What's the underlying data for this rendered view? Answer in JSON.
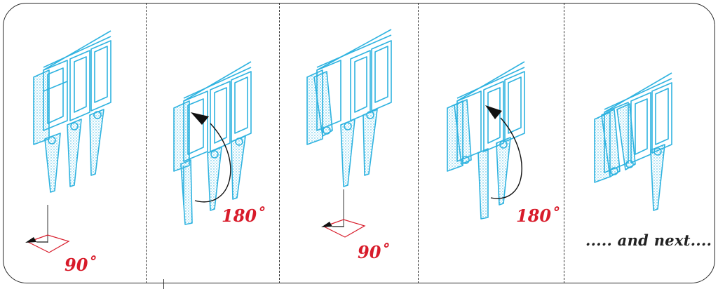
{
  "labels": {
    "rot1": "90˚",
    "rot2": "180˚",
    "rot3": "90˚",
    "rot4": "180˚",
    "next": "..... and next...."
  },
  "colors": {
    "line": "#2fb3e0",
    "label": "#d81b2a",
    "frame": "#2a2a2a",
    "arrow": "#111111"
  },
  "steps": [
    {
      "action": "rotate",
      "degrees": 90,
      "label_key": "rot1"
    },
    {
      "action": "fold",
      "degrees": 180,
      "label_key": "rot2"
    },
    {
      "action": "rotate",
      "degrees": 90,
      "label_key": "rot3"
    },
    {
      "action": "fold",
      "degrees": 180,
      "label_key": "rot4"
    },
    {
      "action": "continue",
      "label_key": "next"
    }
  ]
}
